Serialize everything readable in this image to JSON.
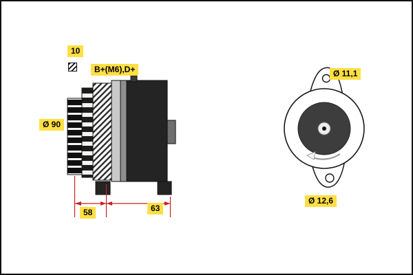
{
  "colors": {
    "canvas_bg": "#ffffff",
    "border": "#111111",
    "label_bg": "#ffdf43",
    "dimension": "#c5211f",
    "body_dark": "#242424",
    "rotor_face": "#3d3d3d"
  },
  "side_view": {
    "groove_count": "10",
    "terminal_label": "B+(M6),D+",
    "pulley_diameter": "Ø 90",
    "dim_front_mm": "58",
    "dim_rear_mm": "63"
  },
  "front_view": {
    "top_hole_diameter": "Ø 11,1",
    "bottom_hole_diameter": "Ø 12,6"
  },
  "icons": {
    "hatch": "diagonal-hatch-material-icon"
  }
}
